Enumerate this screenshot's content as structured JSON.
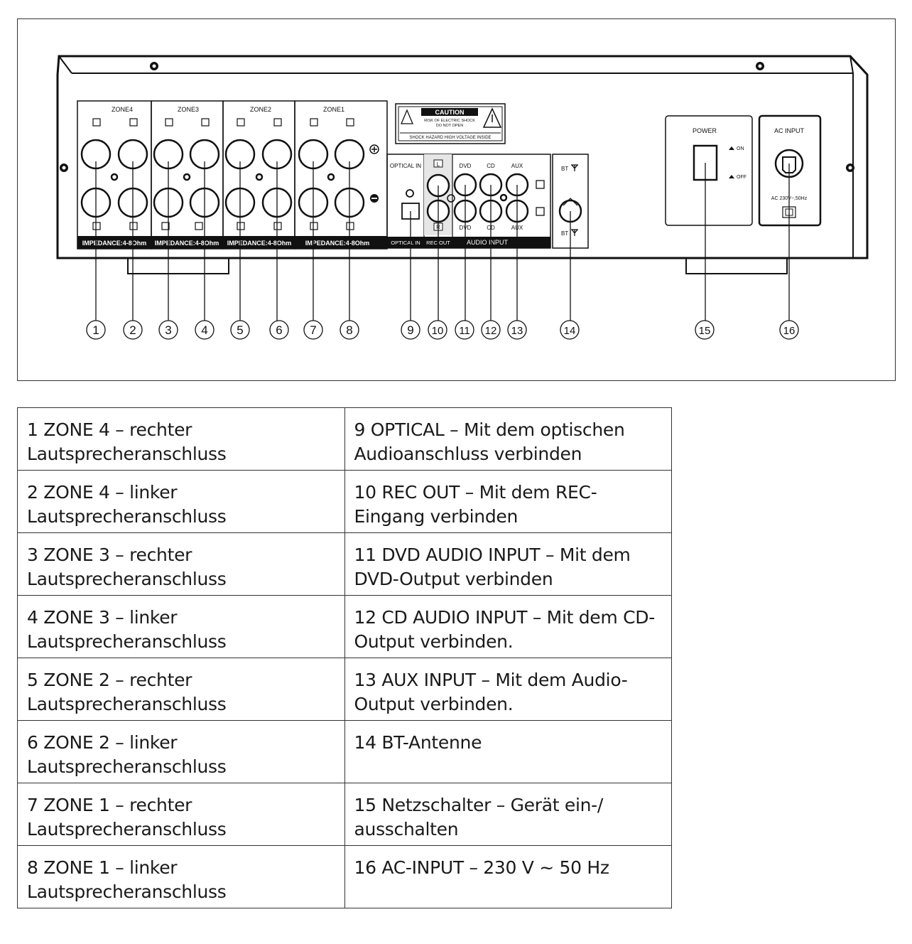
{
  "diagram": {
    "zones": [
      "ZONE4",
      "ZONE3",
      "ZONE2",
      "ZONE1"
    ],
    "impedance": [
      "IMPEDANCE:4-8Ohm",
      "IMPEDANCE:4-8Ohm",
      "IMPEDANCE:4-8Ohm",
      "IMPEDANCE:4-8Ohm"
    ],
    "caution": {
      "title": "CAUTION",
      "line1": "RISK OF ELECTRIC SHOCK",
      "line2": "DO NOT OPEN",
      "footer": "SHOCK HAZARD HIGH VOLTAGE INSIDE"
    },
    "optical_top": "OPTICAL IN",
    "optical_bottom": "OPTICAL IN",
    "rec_l": "L",
    "rec_r": "R",
    "rec_out": "REC OUT",
    "audio_top": [
      "DVD",
      "CD",
      "AUX"
    ],
    "audio_bottom": [
      "DVD",
      "CD",
      "AUX"
    ],
    "audio_input": "AUDIO INPUT",
    "bt_top": "BT",
    "bt_bottom": "BT",
    "power": "POWER",
    "power_on": "ON",
    "power_off": "OFF",
    "ac_input": "AC INPUT",
    "ac_rating": "AC 230V~,50Hz",
    "callouts": [
      "1",
      "2",
      "3",
      "4",
      "5",
      "6",
      "7",
      "8",
      "9",
      "10",
      "11",
      "12",
      "13",
      "14",
      "15",
      "16"
    ]
  },
  "legend": {
    "rows": [
      [
        "1 ZONE 4 – rechter Lautsprecheranschluss",
        "9 OPTICAL – Mit dem optischen Audioanschluss verbinden"
      ],
      [
        "2 ZONE 4 – linker Lautsprecheranschluss",
        "10 REC OUT – Mit dem REC-Eingang verbinden"
      ],
      [
        "3 ZONE 3 – rechter Lautsprecheranschluss",
        "11  DVD AUDIO INPUT – Mit dem DVD-Output verbinden"
      ],
      [
        "4 ZONE 3 – linker Lautsprecheranschluss",
        "12 CD AUDIO INPUT – Mit dem CD-Output verbinden."
      ],
      [
        "5 ZONE 2 – rechter Lautsprecheranschluss",
        "13 AUX INPUT – Mit dem Audio-Output verbinden."
      ],
      [
        "6 ZONE 2 – linker Lautsprecheranschluss",
        "14 BT-Antenne"
      ],
      [
        "7 ZONE 1 – rechter Lautsprecheranschluss",
        "15 Netzschalter – Gerät ein-/ ausschalten"
      ],
      [
        "8 ZONE 1 – linker Lautsprecheranschluss",
        "16 AC-INPUT – 230 V ~ 50 Hz"
      ]
    ]
  }
}
